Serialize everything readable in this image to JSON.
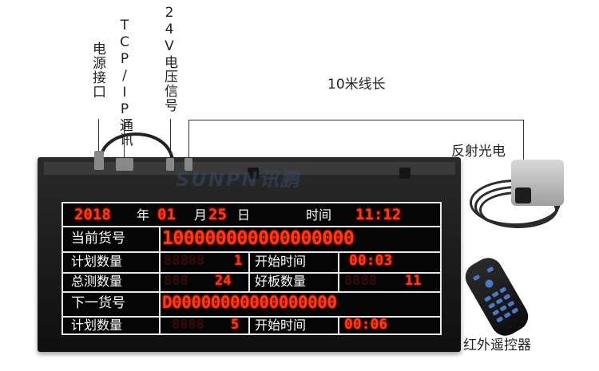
{
  "labels": {
    "power": "电源接口",
    "tcpip": "TCP/IP通讯",
    "signal": "24V电压信号",
    "cable_length": "10米线长",
    "photo_sensor": "反射光电",
    "remote": "红外遥控器"
  },
  "watermark": "SUNPN讯鹏",
  "board": {
    "date_year": "2018",
    "date_year_unit": "年",
    "date_month": "01",
    "date_month_unit": "月",
    "date_day": "25",
    "date_day_unit": "日",
    "time_label": "时间",
    "time_value": "11:12",
    "current_no_label": "当前货号",
    "current_no_value": "100000000000000000",
    "plan_qty_label": "计划数量",
    "plan_qty_value": "1",
    "start_time_label": "开始时间",
    "start_time_value": "00:03",
    "total_test_label": "总测数量",
    "total_test_value": "24",
    "good_label": "好板数量",
    "good_value": "11",
    "next_no_label": "下一货号",
    "next_no_value": "D00000000000000000",
    "plan_qty2_label": "计划数量",
    "plan_qty2_value": "5",
    "start_time2_label": "开始时间",
    "start_time2_value": "00:06"
  },
  "colors": {
    "led": "#ff3a10",
    "frame": "#1a1a1a",
    "grid": "#e8e8e8"
  }
}
